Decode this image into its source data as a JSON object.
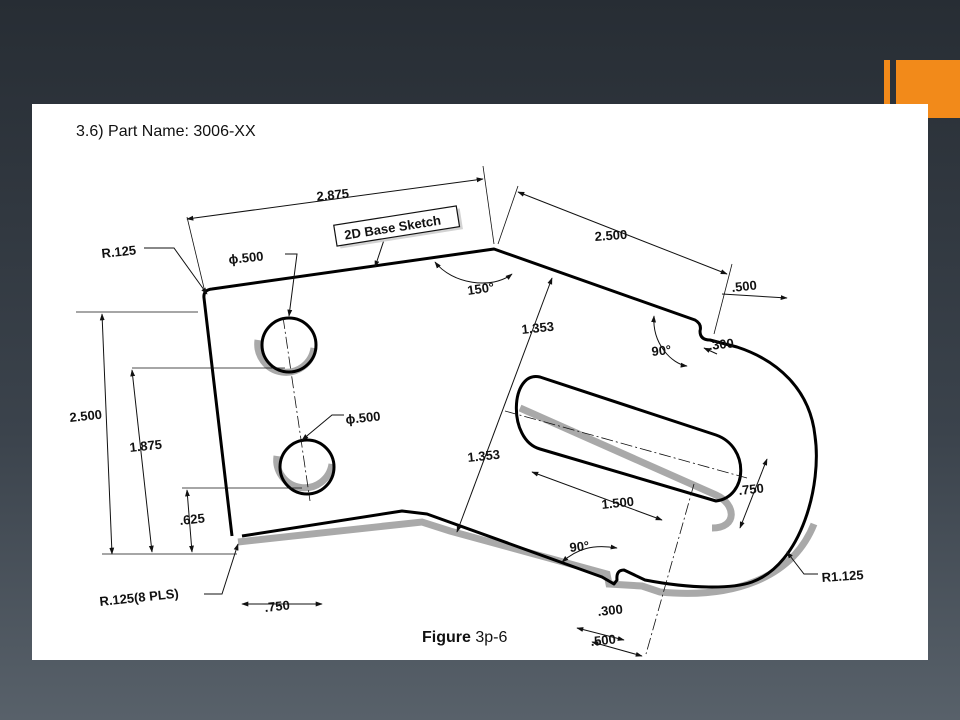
{
  "theme": {
    "accent": "#f28a1a",
    "background": "#2e343b",
    "slide": "#ffffff"
  },
  "slide": {
    "title": "3.6) Part Name: 3006-XX",
    "caption_bold": "Figure",
    "caption_rest": " 3p-6"
  },
  "drawing": {
    "tag": "2D Base Sketch",
    "dims": {
      "top_length": "2.875",
      "slope_length": "2.500",
      "radius_top_left": "R.125",
      "hole_top_dia": "ϕ.500",
      "hole_bottom_dia": "ϕ.500",
      "angle_150": "150°",
      "notch_width_top": ".500",
      "notch_depth_top": ".300",
      "angle_90_top": "90°",
      "offset_upper": "1.353",
      "offset_lower": "1.353",
      "overall_height": "2.500",
      "hole_spacing": "1.875",
      "bottom_hole_height": ".625",
      "slot_length": "1.500",
      "slot_width": ".750",
      "angle_90_bottom": "90°",
      "notch_depth_bottom": ".300",
      "notch_width_bottom": ".500",
      "radius_large": "R1.125",
      "radius_corners": "R.125(8 PLS)",
      "hole_offset_x": ".750"
    }
  }
}
